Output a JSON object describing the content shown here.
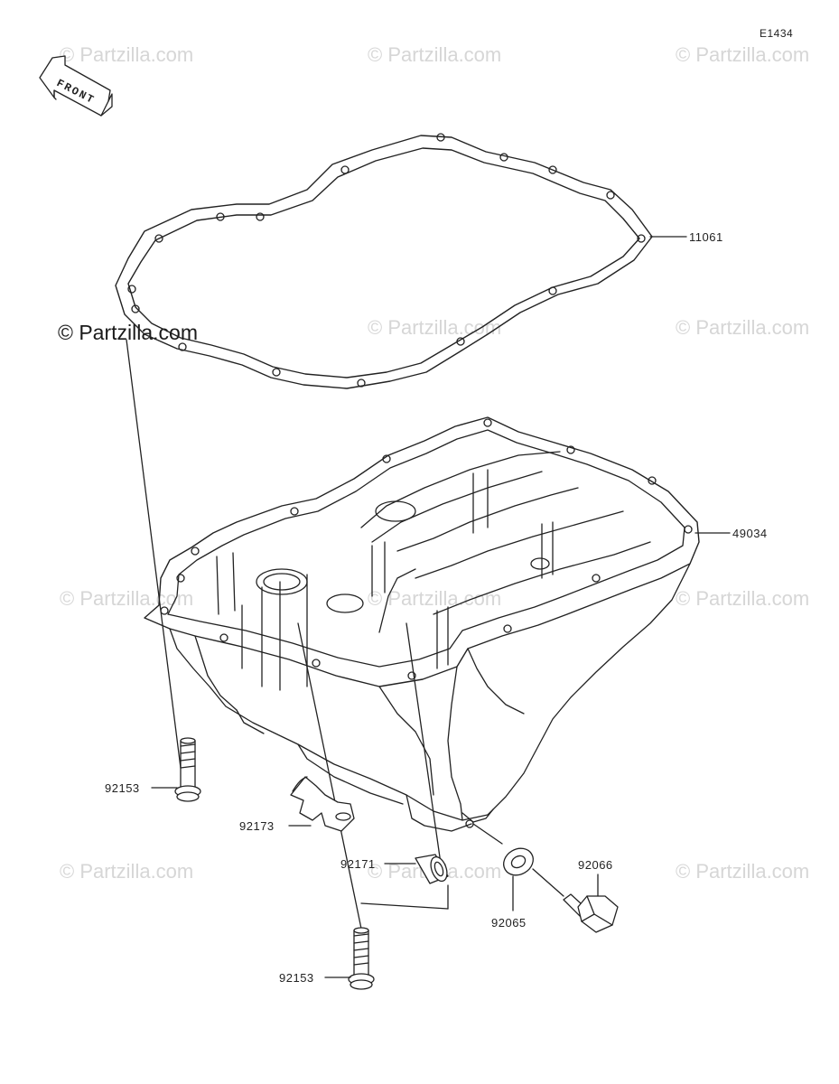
{
  "diagram_code": "E1434",
  "front_label": "FRONT",
  "watermark_text": "© Partzilla.com",
  "parts": {
    "gasket": "11061",
    "oil_pan": "49034",
    "bolt_upper": "92153",
    "clamp": "92173",
    "collar": "92171",
    "washer": "92065",
    "drain_plug": "92066",
    "bolt_lower": "92153"
  },
  "colors": {
    "line": "#222222",
    "watermark": "#d6d6d6"
  }
}
